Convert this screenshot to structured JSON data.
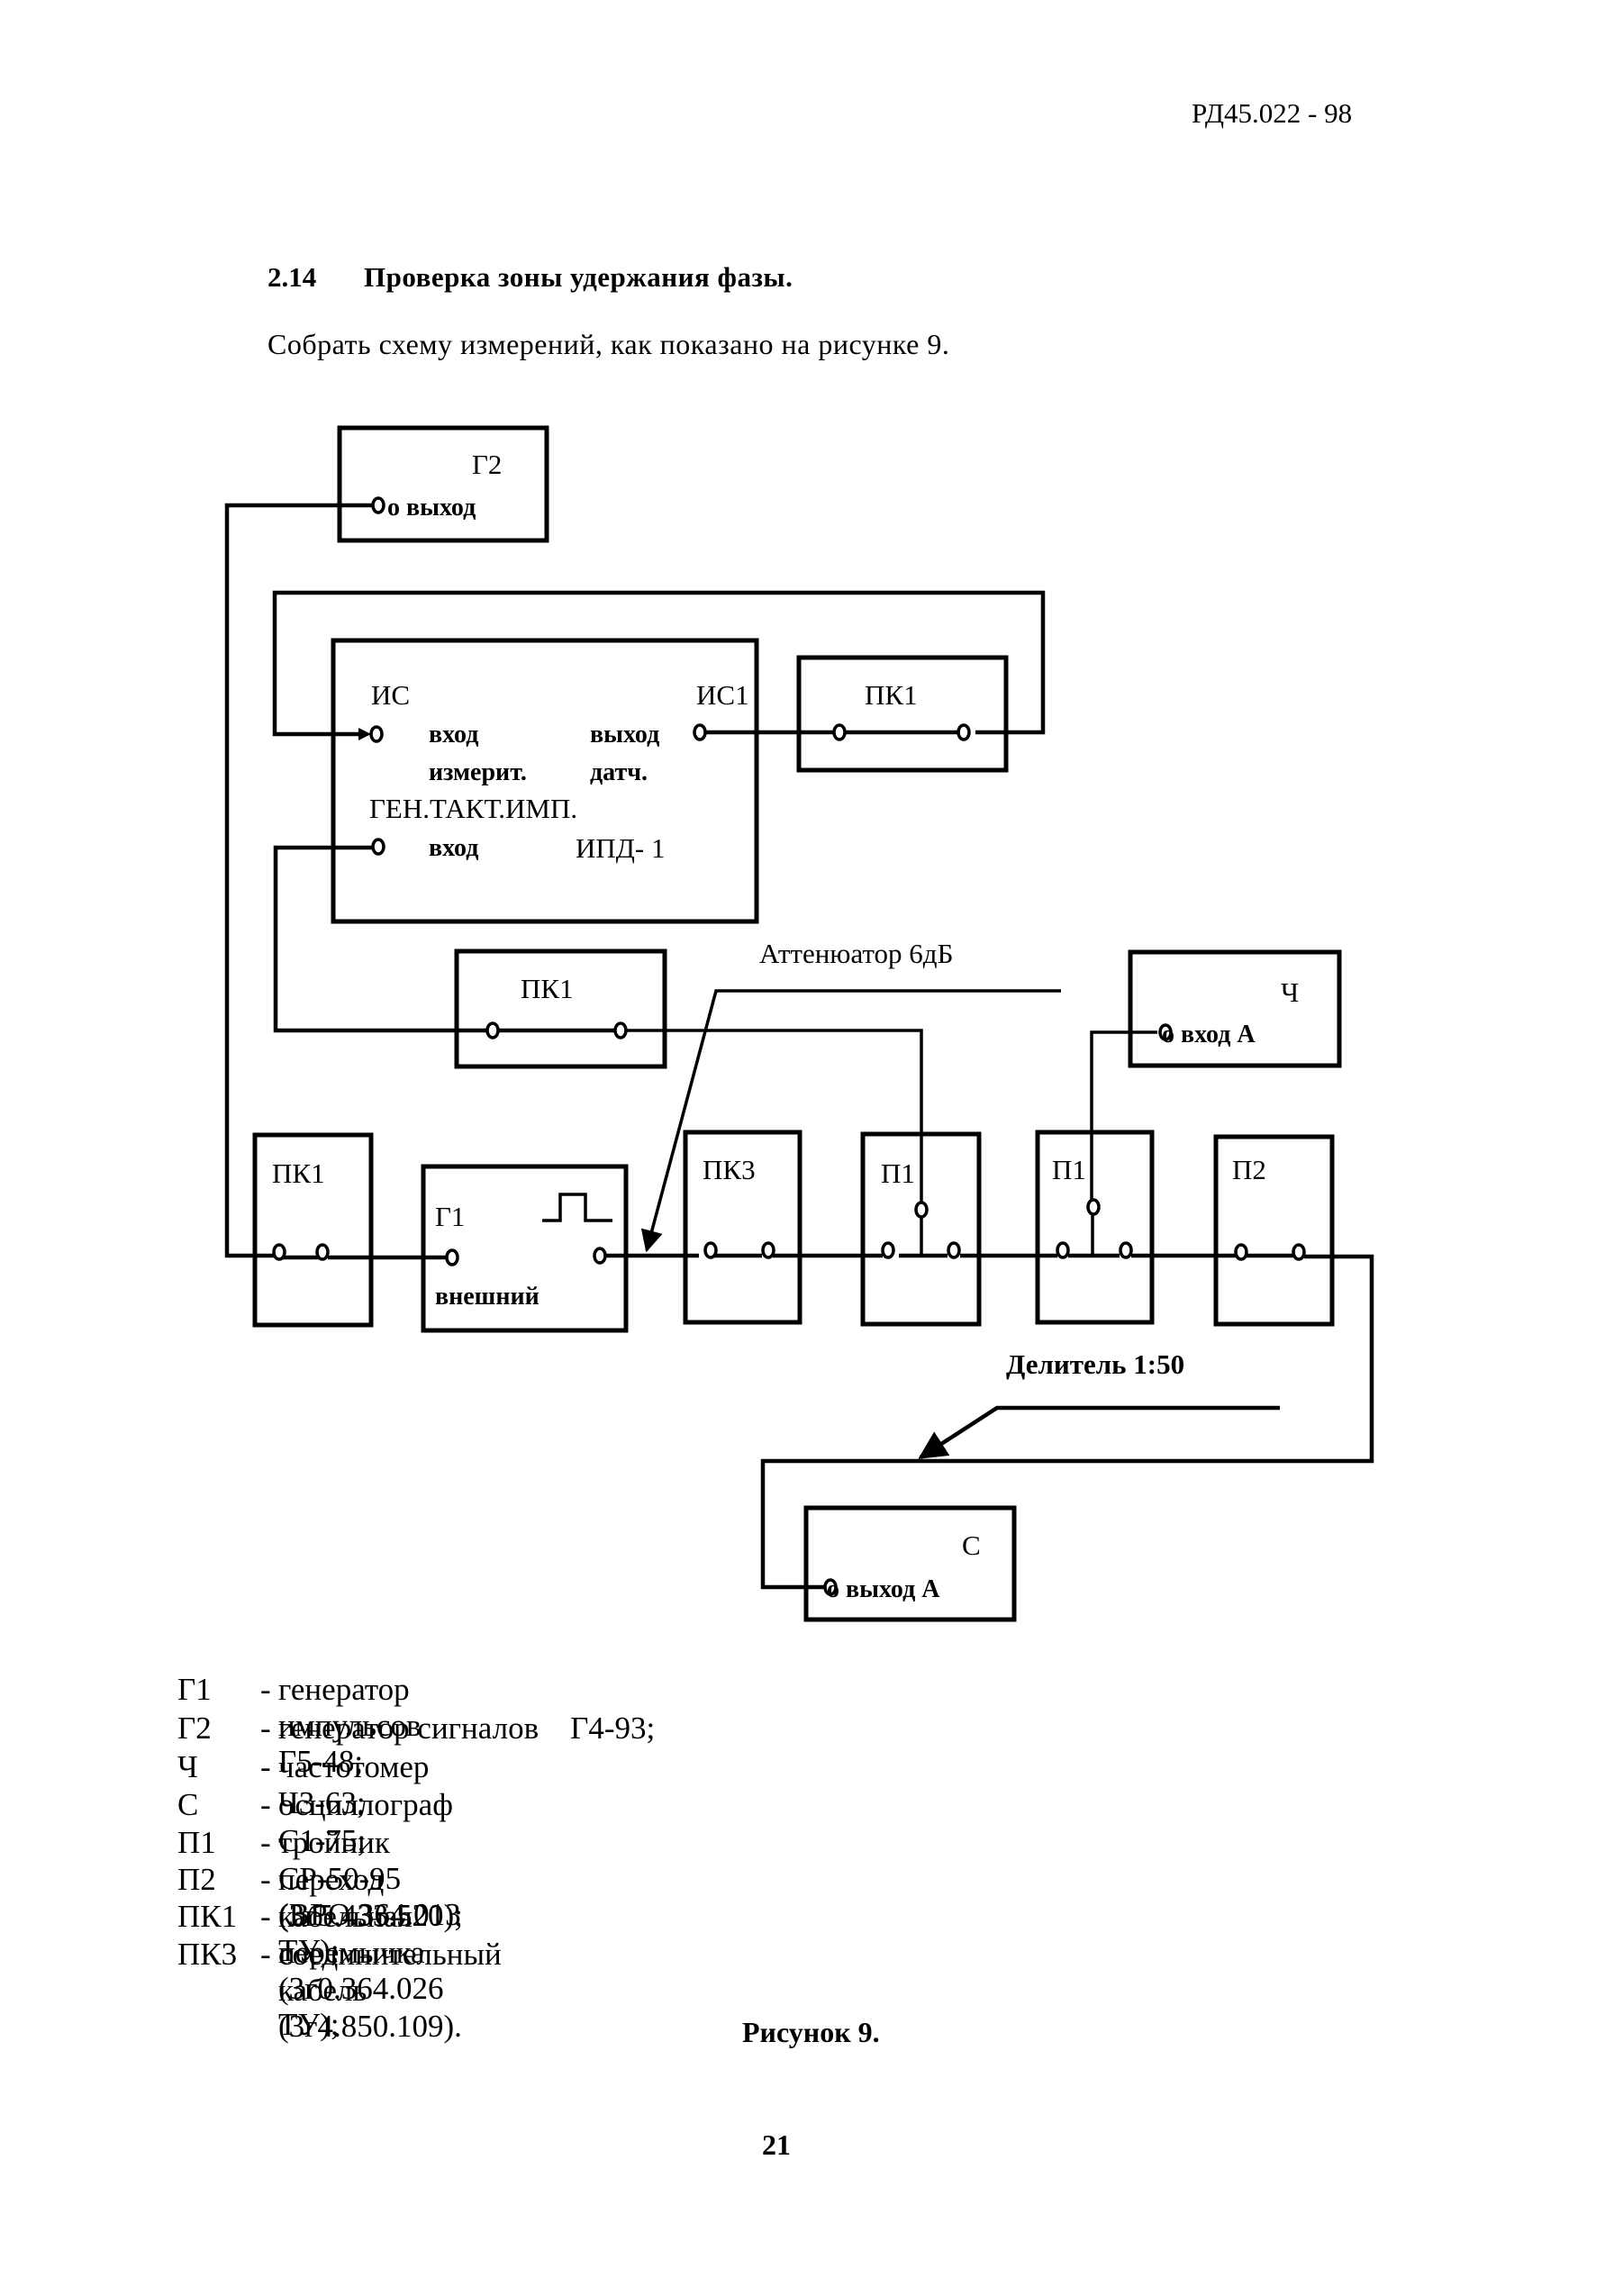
{
  "header": {
    "doc_number": "РД45.022 - 98"
  },
  "section": {
    "number": "2.14",
    "title": "Проверка зоны удержания фазы.",
    "instruction": "Собрать схему измерений, как показано на рисунке 9."
  },
  "diagram": {
    "g2": {
      "name": "Г2",
      "port": "o выход"
    },
    "ipd": {
      "is_label": "ИС",
      "is1_label": "ИС1",
      "in_port": "вход",
      "out_port": "выход",
      "in_sub": "измерит.",
      "out_sub": "датч.",
      "gen_label": "ГЕН.ТАКТ.ИМП.",
      "gen_port": "вход",
      "model": "ИПД- 1"
    },
    "pk1_top": {
      "name": "ПК1"
    },
    "pk1_mid": {
      "name": "ПК1"
    },
    "pk1_left": {
      "name": "ПК1"
    },
    "g1": {
      "name": "Г1",
      "mode": "внешний",
      "pulse_icon": "square-pulse-icon"
    },
    "pk3": {
      "name": "ПК3"
    },
    "p1a": {
      "name": "П1"
    },
    "p1b": {
      "name": "П1"
    },
    "p2": {
      "name": "П2"
    },
    "ch": {
      "name": "Ч",
      "port": "o вход А"
    },
    "osc": {
      "name": "С",
      "port": "o выход А"
    },
    "attenuator_label": "Аттенюатор 6дБ",
    "divider_label": "Делитель 1:50"
  },
  "legend": [
    {
      "code": "Г1",
      "dash": "-",
      "desc": "генератор импульсов Г5-48;"
    },
    {
      "code": "Г2",
      "dash": "-",
      "desc": "генератор сигналов    Г4-93;"
    },
    {
      "code": "Ч",
      "dash": "-",
      "desc": "частотомер Ч3-63;"
    },
    {
      "code": "С",
      "dash": "-",
      "desc": "осциллограф С1-75;"
    },
    {
      "code": "П1",
      "dash": "-",
      "desc": "тройник СР-50-95 (ВРО.364.013 ТУ);"
    },
    {
      "code": "П2",
      "dash": "-",
      "desc": "переход (3г5.433.520);"
    },
    {
      "code": "ПК1",
      "dash": "-",
      "desc": "кабельная перемычка (3г0.364.026 ТУ);"
    },
    {
      "code": "ПК3",
      "dash": "-",
      "desc": "соединительный кабель (3г4.850.109)."
    }
  ],
  "figure_caption": "Рисунок 9.",
  "page_number": "21"
}
